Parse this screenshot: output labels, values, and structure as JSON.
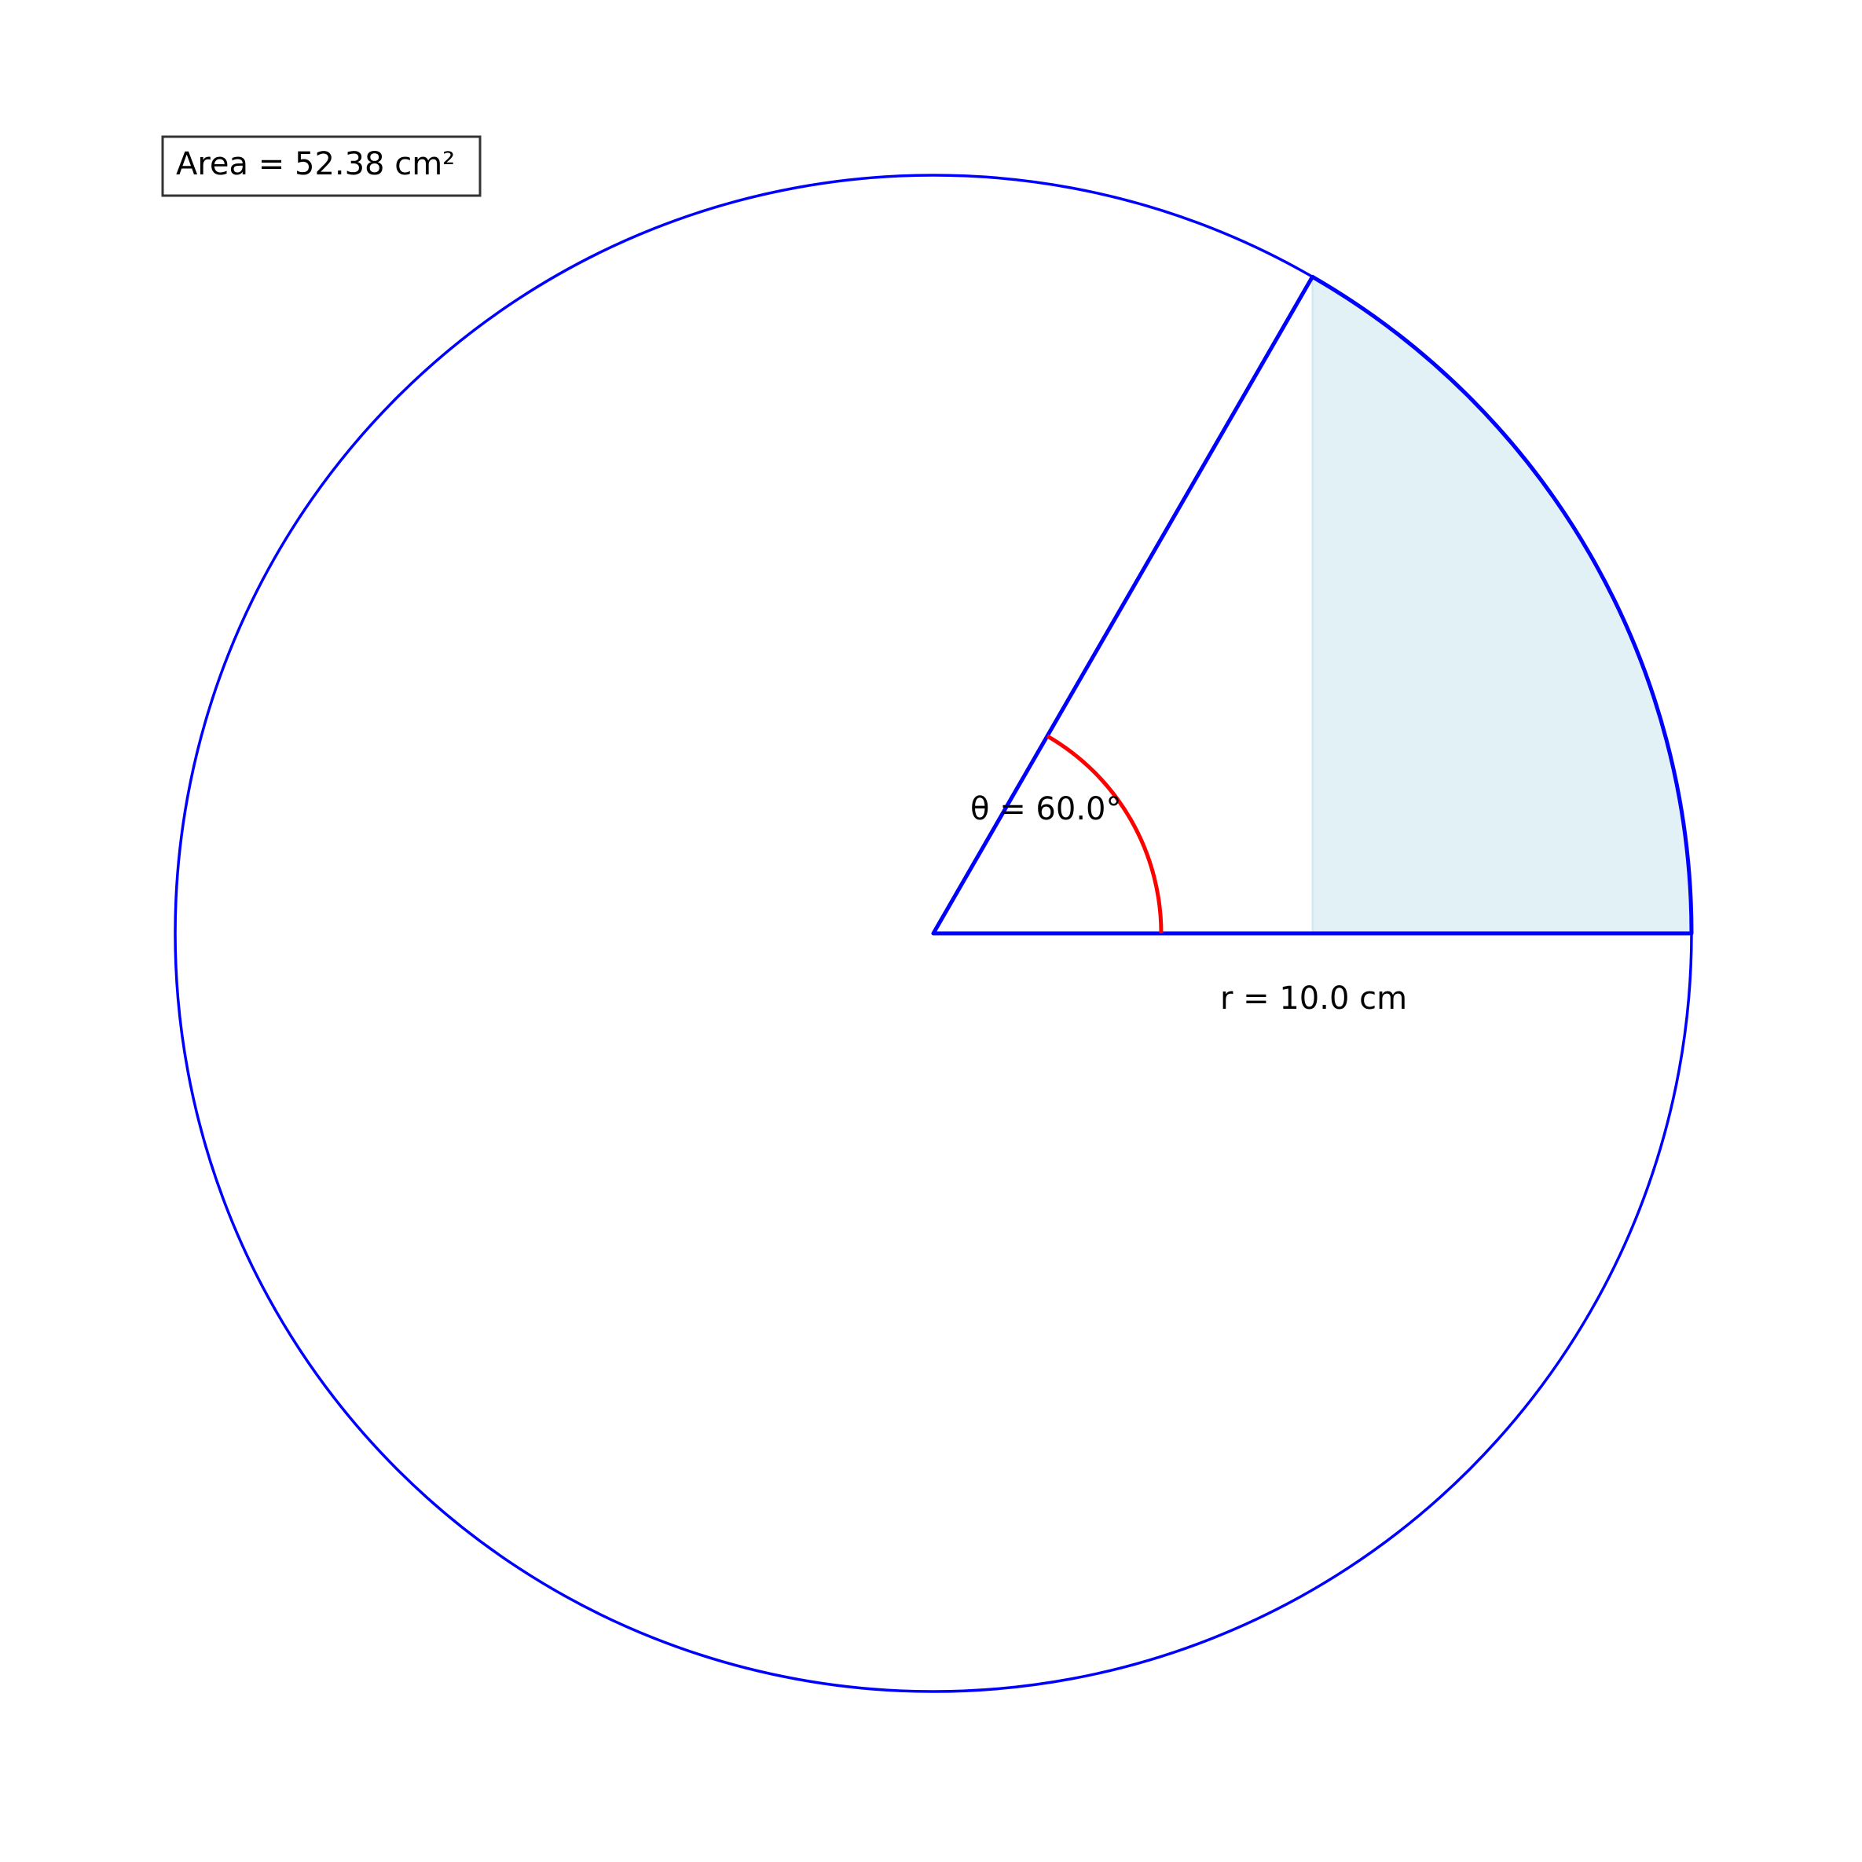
{
  "diagram": {
    "type": "circle-sector",
    "radius_cm": 10.0,
    "angle_deg": 60.0,
    "area_cm2": 52.38,
    "labels": {
      "area": "Area = 52.38 cm²",
      "angle": "θ = 60.0°",
      "radius": "r = 10.0 cm"
    },
    "colors": {
      "circle": "#0000ff",
      "radii": "#0000ff",
      "angle_arc": "#ff0000",
      "shaded_region": "#add8e6",
      "label_box_border": "#333333"
    }
  }
}
